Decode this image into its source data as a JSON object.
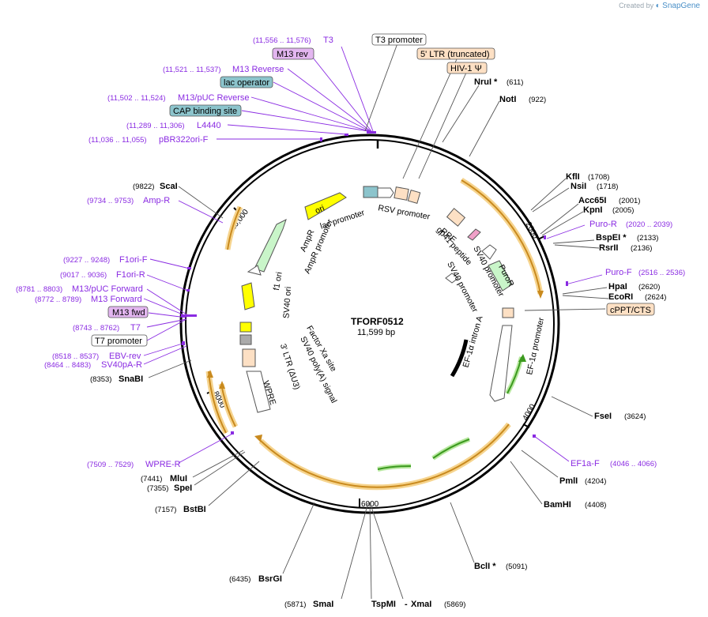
{
  "brand": {
    "prefix": "Created by",
    "name": "SnapGene"
  },
  "plasmid": {
    "name": "TFORF0512",
    "size_label": "11,599 bp"
  },
  "ticks": [
    "2000",
    "4000",
    "6000",
    "8000",
    "10,000"
  ],
  "sites": [
    {
      "name": "NruI *",
      "pos": "(611)"
    },
    {
      "name": "NotI",
      "pos": "(922)"
    },
    {
      "name": "KflI",
      "pos": "(1708)"
    },
    {
      "name": "NsiI",
      "pos": "(1718)"
    },
    {
      "name": "Acc65I",
      "pos": "(2001)"
    },
    {
      "name": "KpnI",
      "pos": "(2005)"
    },
    {
      "name": "BspEI *",
      "pos": "(2133)"
    },
    {
      "name": "RsrII",
      "pos": "(2136)"
    },
    {
      "name": "HpaI",
      "pos": "(2620)"
    },
    {
      "name": "EcoRI",
      "pos": "(2624)"
    },
    {
      "name": "FseI",
      "pos": "(3624)"
    },
    {
      "name": "PmlI",
      "pos": "(4204)"
    },
    {
      "name": "BamHI",
      "pos": "(4408)"
    },
    {
      "name": "BclI *",
      "pos": "(5091)"
    },
    {
      "name": "TspMI",
      "pos": ""
    },
    {
      "name": "XmaI",
      "pos": "(5869)"
    },
    {
      "name": "SmaI",
      "pos": "(5871)"
    },
    {
      "name": "BsrGI",
      "pos": "(6435)"
    },
    {
      "name": "BstBI",
      "pos": "(7157)"
    },
    {
      "name": "SpeI",
      "pos": "(7355)"
    },
    {
      "name": "MluI",
      "pos": "(7441)"
    },
    {
      "name": "SnaBI",
      "pos": "(8353)"
    },
    {
      "name": "ScaI",
      "pos": "(9822)"
    }
  ],
  "primers": [
    {
      "name": "T3",
      "pos": "(11,556 .. 11,576)"
    },
    {
      "name": "M13 rev",
      "pos": ""
    },
    {
      "name": "M13 Reverse",
      "pos": "(11,521 .. 11,537)"
    },
    {
      "name": "lac operator",
      "pos": ""
    },
    {
      "name": "M13/pUC Reverse",
      "pos": "(11,502 .. 11,524)"
    },
    {
      "name": "CAP binding site",
      "pos": ""
    },
    {
      "name": "L4440",
      "pos": "(11,289 .. 11,306)"
    },
    {
      "name": "pBR322ori-F",
      "pos": "(11,036 .. 11,055)"
    },
    {
      "name": "Amp-R",
      "pos": "(9734 .. 9753)"
    },
    {
      "name": "F1ori-F",
      "pos": "(9227 .. 9248)"
    },
    {
      "name": "F1ori-R",
      "pos": "(9017 .. 9036)"
    },
    {
      "name": "M13/pUC Forward",
      "pos": "(8781 .. 8803)"
    },
    {
      "name": "M13 Forward",
      "pos": "(8772 .. 8789)"
    },
    {
      "name": "M13 fwd",
      "pos": ""
    },
    {
      "name": "T7",
      "pos": "(8743 .. 8762)"
    },
    {
      "name": "T7 promoter",
      "pos": ""
    },
    {
      "name": "EBV-rev",
      "pos": "(8518 .. 8537)"
    },
    {
      "name": "SV40pA-R",
      "pos": "(8464 .. 8483)"
    },
    {
      "name": "WPRE-R",
      "pos": "(7509 .. 7529)"
    },
    {
      "name": "Puro-R",
      "pos": "(2020 .. 2039)"
    },
    {
      "name": "Puro-F",
      "pos": "(2516 .. 2536)"
    },
    {
      "name": "EF1a-F",
      "pos": "(4046 .. 4066)"
    }
  ],
  "top_boxes": [
    {
      "label": "T3 promoter"
    },
    {
      "label": "5' LTR (truncated)"
    },
    {
      "label": "HIV-1 Ψ"
    },
    {
      "label": "cPPT/CTS"
    }
  ],
  "features": [
    {
      "label": "ori"
    },
    {
      "label": "lac promoter"
    },
    {
      "label": "RSV promoter"
    },
    {
      "label": "RRE"
    },
    {
      "label": "gp41 peptide"
    },
    {
      "label": "SV40 promoter"
    },
    {
      "label": "PuroR"
    },
    {
      "label": "EF-1α promoter"
    },
    {
      "label": "EF-1α intron A"
    },
    {
      "label": "AmpR"
    },
    {
      "label": "AmpR promoter"
    },
    {
      "label": "f1 ori"
    },
    {
      "label": "SV40 ori"
    },
    {
      "label": "Factor Xa site"
    },
    {
      "label": "SV40 poly(A) signal"
    },
    {
      "label": "3' LTR (ΔU3)"
    },
    {
      "label": "WPRE"
    },
    {
      "label": "SV40 promoter"
    }
  ],
  "colors": {
    "backbone": "#000000",
    "primer": "#8a2be2",
    "primer_box": "#e3b6f0",
    "orf_arc": "#c98a1e",
    "orf_glow": "#f6d48e",
    "green_arc": "#3c9a1f",
    "ori": "#ffff00",
    "ampr": "#c9f5c9",
    "ltr": "#fde0c4",
    "cap_box": "#8cc4cc"
  }
}
